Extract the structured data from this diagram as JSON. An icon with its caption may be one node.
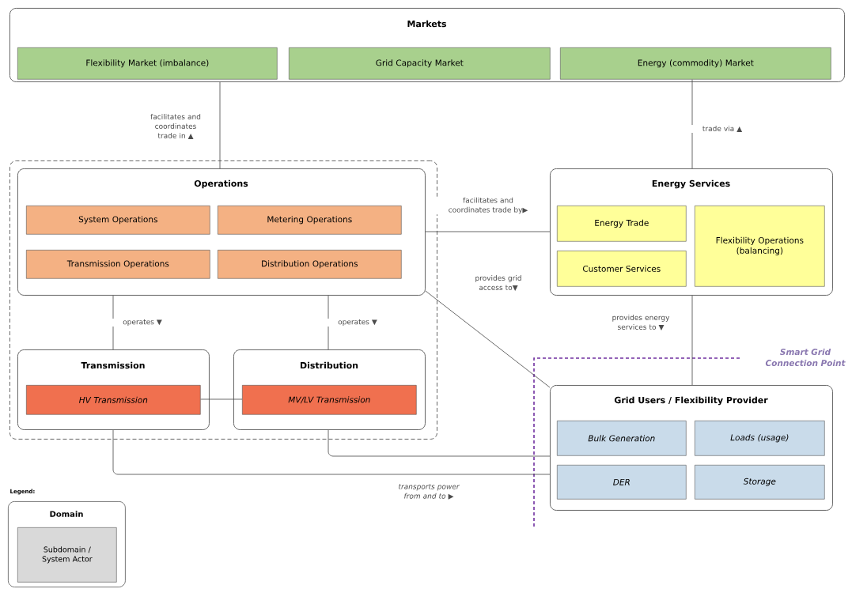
{
  "diagram": {
    "nodes": [
      {
        "text": [
          "Markets"
        ]
      },
      {
        "text": [
          "Flexibility Market (imbalance)"
        ],
        "in": 0
      },
      {
        "text": [
          "Grid Capacity Market"
        ],
        "in": 0
      },
      {
        "text": [
          "Energy (commodity) Market"
        ],
        "in": 0
      },
      {
        "text": [],
        "shape": "box"
      },
      {
        "text": [
          "Operations"
        ],
        "in": 4
      },
      {
        "text": [
          "System Operations"
        ],
        "in": 5
      },
      {
        "text": [
          "Metering Operations"
        ],
        "in": 5
      },
      {
        "text": [
          "Transmission Operations"
        ],
        "in": 5
      },
      {
        "text": [
          "Distribution Operations"
        ],
        "in": 5
      },
      {
        "text": [
          "Transmission"
        ],
        "in": 4
      },
      {
        "text": [
          "HV Transmission"
        ],
        "in": 10
      },
      {
        "text": [
          "Distribution"
        ],
        "in": 4
      },
      {
        "text": [
          "MV/LV Transmission"
        ],
        "in": 12
      },
      {
        "text": [
          "Energy Services"
        ]
      },
      {
        "text": [
          "Energy Trade"
        ],
        "in": 14
      },
      {
        "text": [
          "Customer Services"
        ],
        "in": 14
      },
      {
        "text": [
          "Flexibility Operations (balancing)"
        ],
        "in": 14
      },
      {
        "text": [
          "Grid Users / Flexibility Provider"
        ]
      },
      {
        "text": [
          "Bulk Generation"
        ],
        "in": 18
      },
      {
        "text": [
          "Loads (usage)"
        ],
        "in": 18
      },
      {
        "text": [
          "DER"
        ],
        "in": 18
      },
      {
        "text": [
          "Storage"
        ],
        "in": 18
      }
    ],
    "edges": [
      {
        "from": 0,
        "to": 5,
        "arrow": "none",
        "label": "facilitates and coordinates trade in ▲"
      },
      {
        "from": 3,
        "to": 14,
        "arrow": "none",
        "label": "trade via ▲"
      },
      {
        "from": 5,
        "to": 14,
        "arrow": "none",
        "label": "facilitates and coordinates trade by▶"
      },
      {
        "from": 5,
        "to": 10,
        "arrow": "none",
        "label": "operates ▼"
      },
      {
        "from": 5,
        "to": 12,
        "arrow": "none",
        "label": "operates ▼"
      },
      {
        "from": 5,
        "to": 18,
        "arrow": "none",
        "label": "provides grid access to▼"
      },
      {
        "from": 14,
        "to": 18,
        "arrow": "none",
        "label": "provides energy services to ▼"
      },
      {
        "from": 11,
        "to": 13,
        "arrow": "none"
      },
      {
        "from": 12,
        "to": 18,
        "arrow": "none"
      },
      {
        "from": 10,
        "to": 18,
        "arrow": "none",
        "label": "transports power from and to ▶"
      }
    ],
    "labels": [
      "Smart Grid Connection Point",
      "Legend:"
    ],
    "legend": [
      {
        "text": "Domain"
      },
      {
        "text": "Subdomain / System Actor"
      }
    ]
  }
}
